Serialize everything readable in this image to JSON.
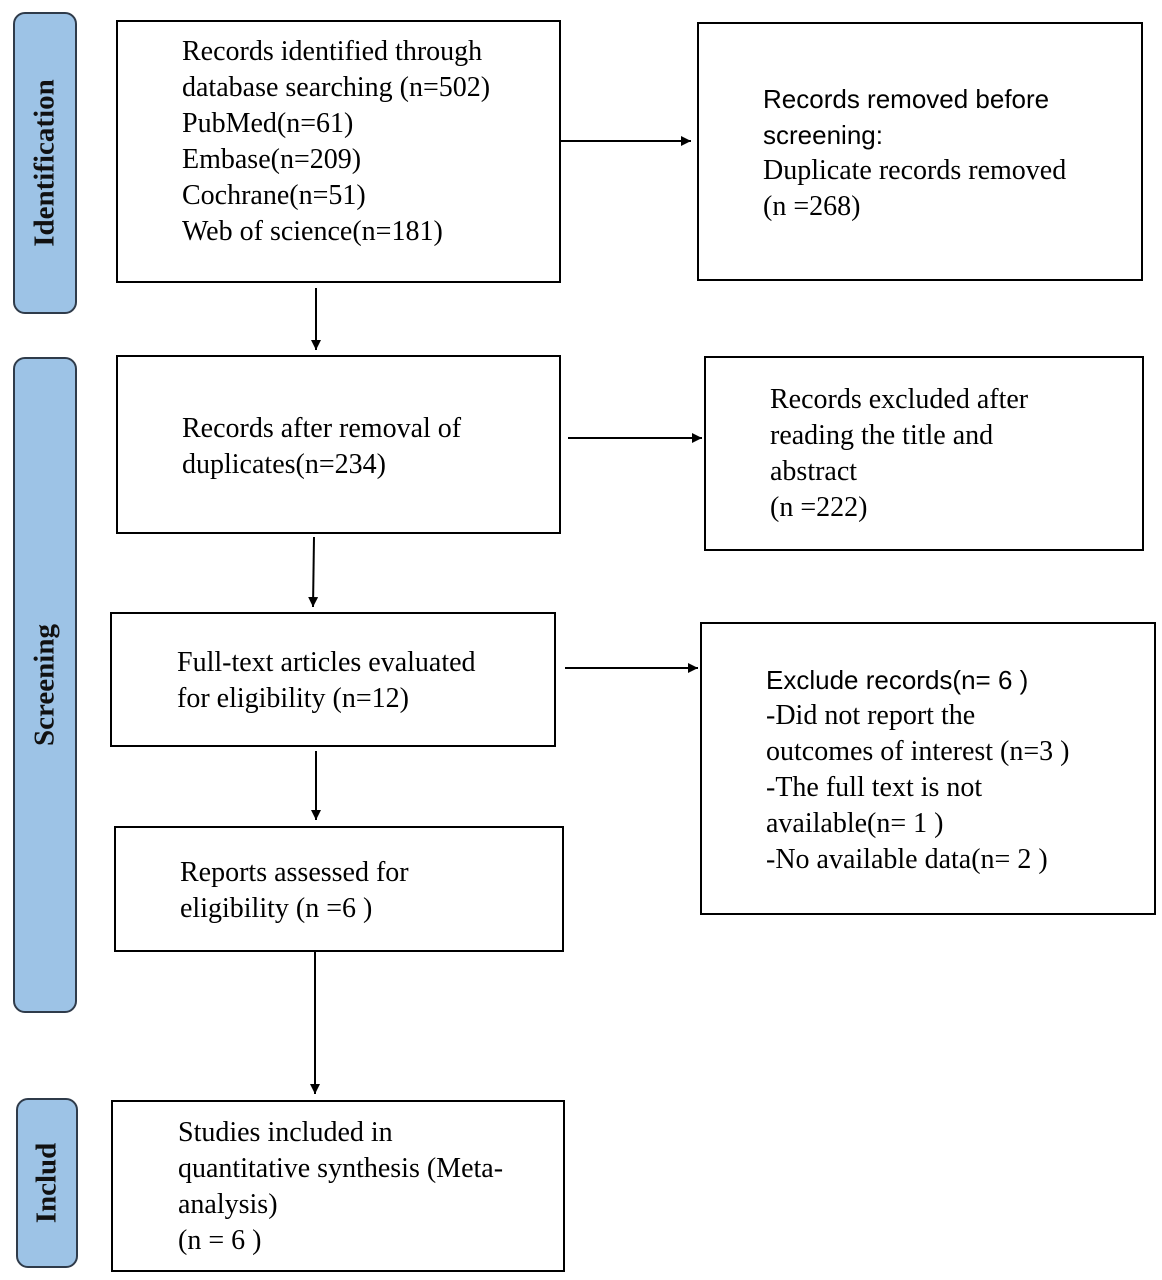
{
  "phases": {
    "identification": "Identification",
    "screening": "Screening",
    "included": "Includ"
  },
  "boxes": {
    "identified": {
      "lines": [
        "Records identified through",
        "database searching (n=502)",
        "PubMed(n=61)",
        "Embase(n=209)",
        "Cochrane(n=51)",
        "Web of science(n=181)"
      ]
    },
    "removed_before_screening": {
      "lines": [
        "Records removed before",
        "screening:",
        "Duplicate records removed",
        "(n =268)"
      ]
    },
    "after_duplicates": {
      "lines": [
        "Records after removal of",
        "duplicates(n=234)"
      ]
    },
    "excluded_title_abstract": {
      "lines": [
        "Records excluded after",
        "reading the title and",
        "abstract",
        "(n =222)"
      ]
    },
    "full_text": {
      "lines": [
        "Full-text articles evaluated",
        "for eligibility (n=12)"
      ]
    },
    "excluded_full_text": {
      "lines": [
        "Exclude records(n= 6 )",
        "-Did not report the",
        "outcomes of interest (n=3  )",
        "-The full text is not",
        "available(n= 1 )",
        "-No available data(n= 2 )"
      ]
    },
    "reports_assessed": {
      "lines": [
        "Reports assessed for",
        "eligibility (n =6 )"
      ]
    },
    "included_studies": {
      "lines": [
        "Studies included in",
        "quantitative synthesis (Meta-",
        "analysis)",
        "(n =  6 )"
      ]
    }
  },
  "colors": {
    "phase_fill": "#9dc3e6",
    "phase_border": "#2f3b4a",
    "box_border": "#000000"
  }
}
